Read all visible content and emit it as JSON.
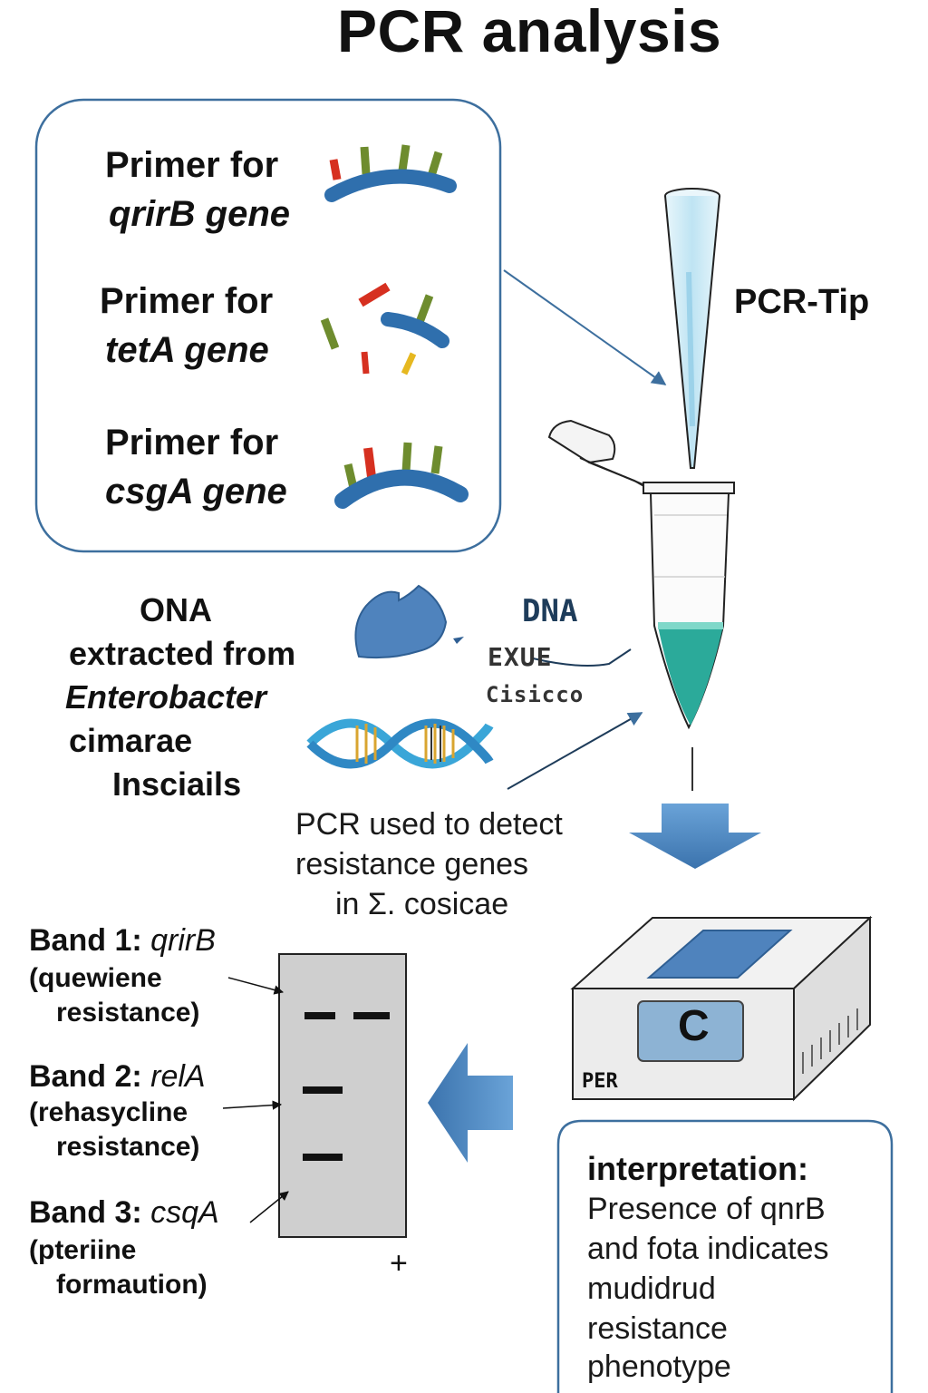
{
  "title": "PCR analysis",
  "primers": [
    {
      "line1": "Primer for",
      "line2": "qrirB gene"
    },
    {
      "line1": "Primer for",
      "line2": "tetA gene"
    },
    {
      "line1": "Primer for",
      "line2": "csgA gene"
    }
  ],
  "pcr_tip_label": "PCR-Tip",
  "dna_source": {
    "line1": "ONA",
    "line2": "extracted from",
    "line3": "Enterobacter",
    "line4": "cimarae",
    "line5": "Insciails"
  },
  "dna_extract_label": {
    "line1": "DNA",
    "line2": "EXUE",
    "line3": "Cisicco"
  },
  "purpose": {
    "line1": "PCR used to detect",
    "line2": "resistance genes",
    "line3": "in Σ. cosicae"
  },
  "machine_label": "PER",
  "machine_display": "C",
  "bands": [
    {
      "title": "Band 1:",
      "gene": "qrirB",
      "desc1": "(quewiene",
      "desc2": "resistance)"
    },
    {
      "title": "Band 2:",
      "gene": "relA",
      "desc1": "(rehasycline",
      "desc2": "resistance)"
    },
    {
      "title": "Band 3:",
      "gene": "csqA",
      "desc1": "(pteriine",
      "desc2": "formaution)"
    }
  ],
  "gel_plus": "+",
  "interpretation": {
    "heading": "interpretation:",
    "lines": [
      "Presence of qnrB",
      "and fota indicates",
      "mudidrud",
      "resistance",
      "phenotype"
    ]
  },
  "colors": {
    "primer_strand": "#2f6fad",
    "primer_red": "#d63020",
    "primer_green": "#6e8c2e",
    "primer_yellow": "#e6b820",
    "box_border": "#3d6f9e",
    "arrow_blue": "#4a86c2",
    "liquid": "#2baa9a",
    "gel": "#cfcfcf",
    "machine_screen": "#4f83bd"
  },
  "icons": [
    "primer-strand-icon",
    "pcr-tip-icon",
    "tube-icon",
    "dna-helix-icon",
    "protein-blob-icon",
    "thermocycler-icon",
    "gel-icon"
  ]
}
